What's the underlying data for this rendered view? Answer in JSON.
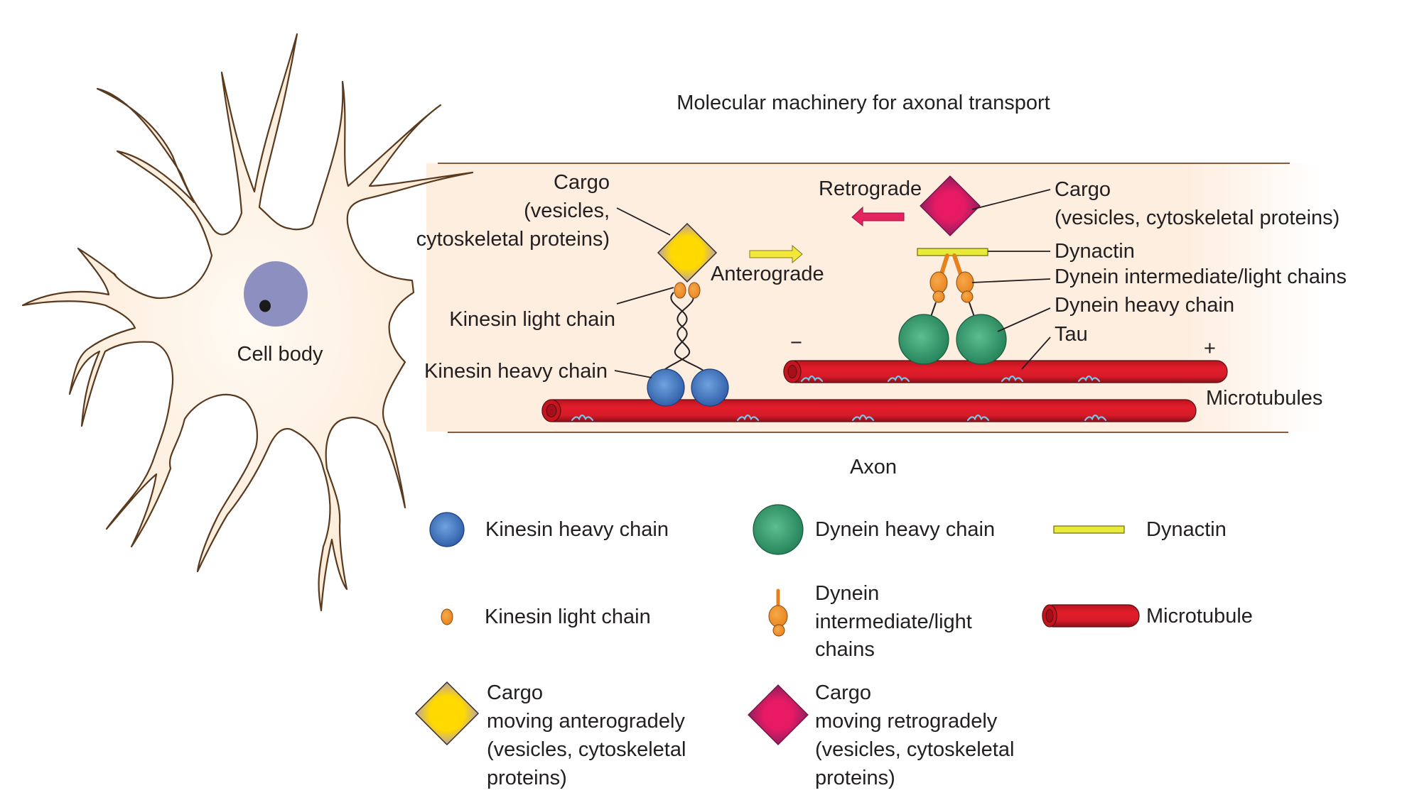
{
  "title": "Molecular machinery for axonal transport",
  "cell_body_label": "Cell body",
  "axon_label": "Axon",
  "diagram": {
    "anterograde": {
      "direction_label": "Anterograde",
      "cargo_label_lines": [
        "Cargo",
        "(vesicles,",
        "cytoskeletal proteins)"
      ],
      "kinesin_light_chain_label": "Kinesin light chain",
      "kinesin_heavy_chain_label": "Kinesin heavy chain"
    },
    "retrograde": {
      "direction_label": "Retrograde",
      "cargo_label_lines": [
        "Cargo",
        "(vesicles, cytoskeletal proteins)"
      ],
      "dynactin_label": "Dynactin",
      "dynein_ic_lc_label": "Dynein intermediate/light chains",
      "dynein_heavy_chain_label": "Dynein heavy chain",
      "tau_label": "Tau"
    },
    "minus_end": "−",
    "plus_end": "+",
    "microtubules_label": "Microtubules"
  },
  "legend": {
    "items": [
      {
        "icon": "kinesin-heavy-chain-icon",
        "lines": [
          "Kinesin heavy chain"
        ]
      },
      {
        "icon": "dynein-heavy-chain-icon",
        "lines": [
          "Dynein heavy chain"
        ]
      },
      {
        "icon": "dynactin-icon",
        "lines": [
          "Dynactin"
        ]
      },
      {
        "icon": "kinesin-light-chain-icon",
        "lines": [
          "Kinesin light chain"
        ]
      },
      {
        "icon": "dynein-ic-lc-icon",
        "lines": [
          "Dynein",
          "intermediate/light",
          "chains"
        ]
      },
      {
        "icon": "microtubule-icon",
        "lines": [
          "Microtubule"
        ]
      },
      {
        "icon": "cargo-anterograde-icon",
        "lines": [
          "Cargo",
          "moving anterogradely",
          "(vesicles, cytoskeletal",
          "proteins)"
        ]
      },
      {
        "icon": "cargo-retrograde-icon",
        "lines": [
          "Cargo",
          "moving retrogradely",
          "(vesicles, cytoskeletal",
          "proteins)"
        ]
      }
    ]
  },
  "colors": {
    "cell_fill": "#fdecd9",
    "cell_outline": "#5a3a1f",
    "nucleus": "#8d8fc0",
    "kinesin_heavy": "#3a6cb8",
    "dynein_heavy": "#2e9a6a",
    "light_chain": "#f0922a",
    "dynactin": "#eaea3a",
    "microtubule": "#d91f2b",
    "cargo_antero": "#ffd400",
    "cargo_retro": "#e01a63",
    "tau": "#6ab0d8"
  }
}
